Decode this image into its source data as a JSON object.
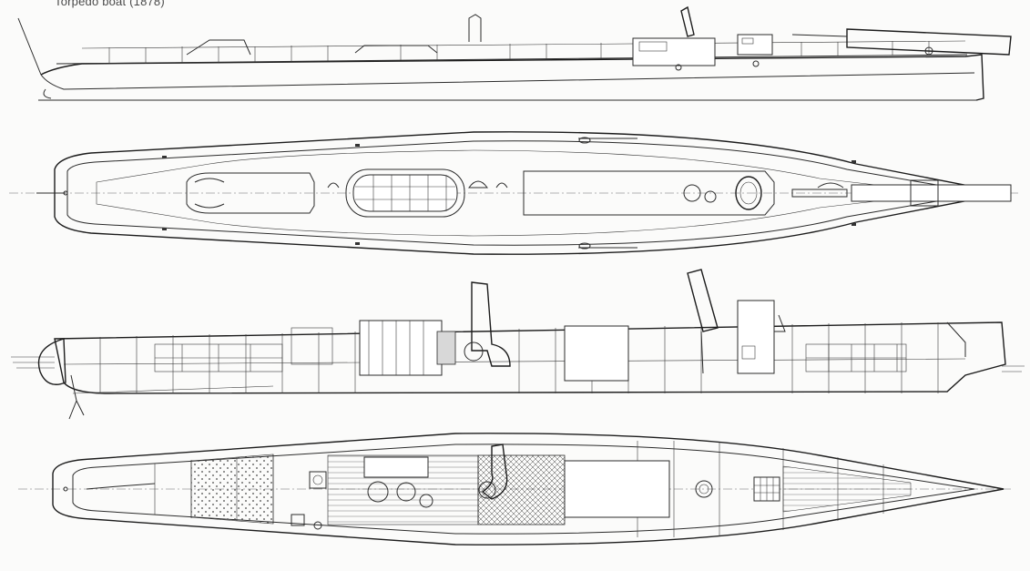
{
  "drawing": {
    "caption": "Torpedo boat (1878)",
    "views": [
      {
        "id": "outboard-profile"
      },
      {
        "id": "deck-plan"
      },
      {
        "id": "inboard-profile"
      },
      {
        "id": "hold-plan"
      }
    ]
  },
  "colors": {
    "paper": "#fbfbfa",
    "ink": "#2b2b2b",
    "hatch": "#d8d8d8"
  }
}
